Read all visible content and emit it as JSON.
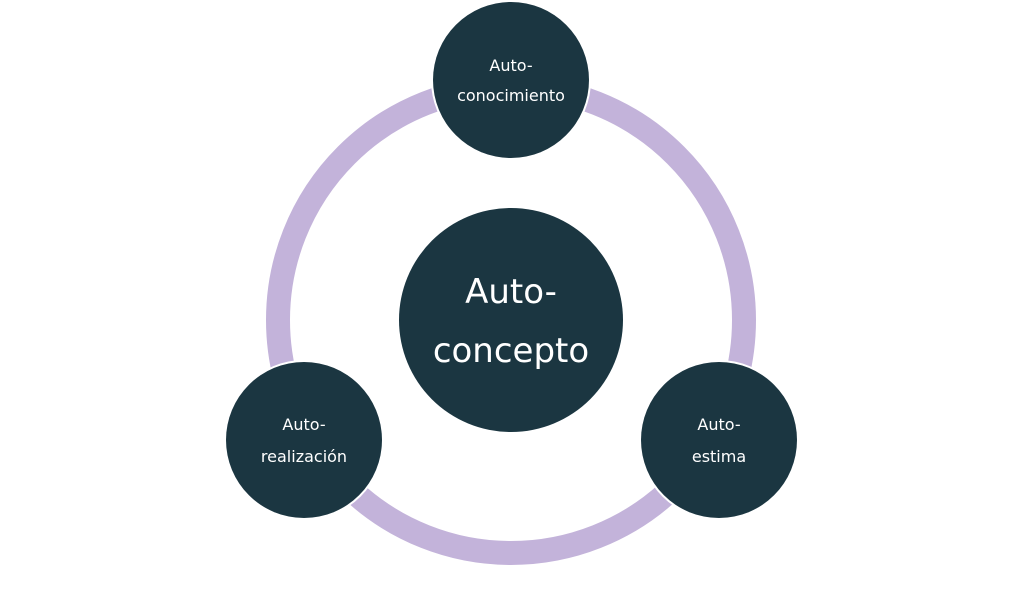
{
  "diagram": {
    "type": "cycle",
    "colors": {
      "node_fill": "#1b3641",
      "ring": "#c3b3da",
      "text": "#ffffff",
      "background": "#ffffff"
    },
    "center": {
      "line1": "Auto-",
      "line2": "concepto"
    },
    "nodes": [
      {
        "id": "top",
        "line1": "Auto-",
        "line2": "conocimiento"
      },
      {
        "id": "right",
        "line1": "Auto-",
        "line2": "estima"
      },
      {
        "id": "left",
        "line1": "Auto-",
        "line2": "realización"
      }
    ]
  }
}
